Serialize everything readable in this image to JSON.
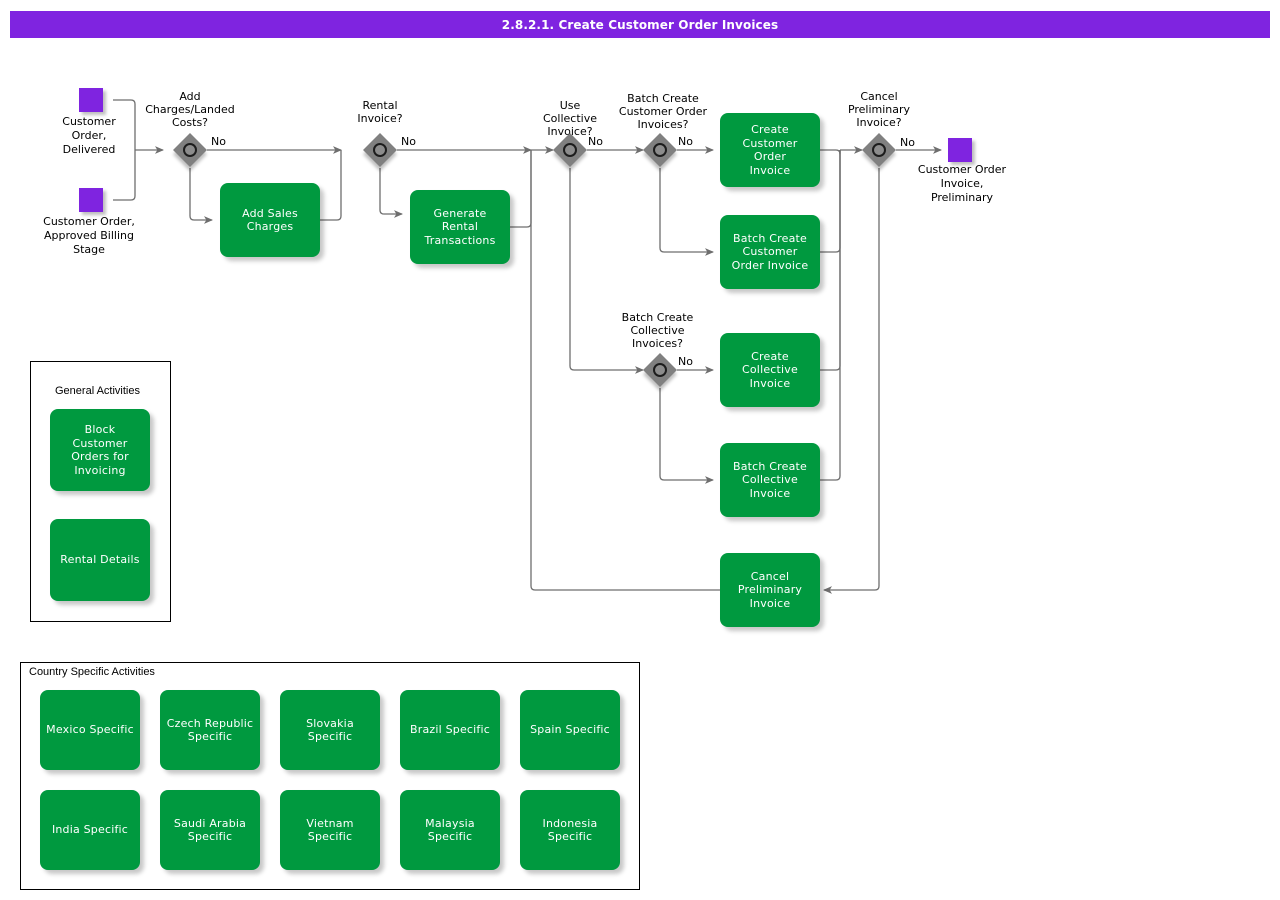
{
  "header": {
    "title": "2.8.2.1. Create Customer Order Invoices",
    "bar_color": "#7f24e0"
  },
  "colors": {
    "task_green": "#00993f",
    "event_purple": "#7f24e0",
    "gateway_gray": "#808080",
    "connector": "#6e6e6e"
  },
  "diagram": {
    "type": "bpmn-flowchart",
    "start_events": [
      {
        "id": "ev-customer-order-delivered",
        "label": "Customer\nOrder,\nDelivered"
      },
      {
        "id": "ev-customer-order-approved-billing",
        "label": "Customer Order,\nApproved Billing\nStage"
      }
    ],
    "end_events": [
      {
        "id": "ev-customer-order-invoice-preliminary",
        "label": "Customer Order\nInvoice,\nPreliminary"
      }
    ],
    "gateways": [
      {
        "id": "gw-add-charges",
        "label": "Add\nCharges/Landed\nCosts?",
        "no_label": "No"
      },
      {
        "id": "gw-rental-invoice",
        "label": "Rental\nInvoice?",
        "no_label": "No"
      },
      {
        "id": "gw-use-collective-invoice",
        "label": "Use\nCollective\nInvoice?",
        "no_label": "No"
      },
      {
        "id": "gw-batch-create-customer-order-invoices",
        "label": "Batch Create\nCustomer Order\nInvoices?",
        "no_label": "No"
      },
      {
        "id": "gw-batch-create-collective-invoices",
        "label": "Batch Create\nCollective\nInvoices?",
        "no_label": "No"
      },
      {
        "id": "gw-cancel-preliminary-invoice",
        "label": "Cancel\nPreliminary\nInvoice?",
        "no_label": "No"
      }
    ],
    "tasks": [
      {
        "id": "task-add-sales-charges",
        "label": "Add Sales\nCharges"
      },
      {
        "id": "task-generate-rental-transactions",
        "label": "Generate Rental\nTransactions"
      },
      {
        "id": "task-create-customer-order-invoice",
        "label": "Create\nCustomer Order\nInvoice"
      },
      {
        "id": "task-batch-create-customer-order-invoice",
        "label": "Batch Create\nCustomer\nOrder Invoice"
      },
      {
        "id": "task-create-collective-invoice",
        "label": "Create\nCollective\nInvoice"
      },
      {
        "id": "task-batch-create-collective-invoice",
        "label": "Batch Create\nCollective\nInvoice"
      },
      {
        "id": "task-cancel-preliminary-invoice",
        "label": "Cancel\nPreliminary\nInvoice"
      }
    ]
  },
  "general_activities": {
    "title": "General Activities",
    "items": [
      {
        "id": "task-block-customer-orders-for-invoicing",
        "label": "Block Customer\nOrders for\nInvoicing"
      },
      {
        "id": "task-rental-details",
        "label": "Rental Details"
      }
    ]
  },
  "country_specific_activities": {
    "title": "Country Specific Activities",
    "items": [
      {
        "id": "task-mexico-specific",
        "label": "Mexico Specific"
      },
      {
        "id": "task-czech-republic-specific",
        "label": "Czech Republic\nSpecific"
      },
      {
        "id": "task-slovakia-specific",
        "label": "Slovakia\nSpecific"
      },
      {
        "id": "task-brazil-specific",
        "label": "Brazil Specific"
      },
      {
        "id": "task-spain-specific",
        "label": "Spain Specific"
      },
      {
        "id": "task-india-specific",
        "label": "India Specific"
      },
      {
        "id": "task-saudi-arabia-specific",
        "label": "Saudi Arabia\nSpecific"
      },
      {
        "id": "task-vietnam-specific",
        "label": "Vietnam Specific"
      },
      {
        "id": "task-malaysia-specific",
        "label": "Malaysia\nSpecific"
      },
      {
        "id": "task-indonesia-specific",
        "label": "Indonesia\nSpecific"
      }
    ]
  }
}
